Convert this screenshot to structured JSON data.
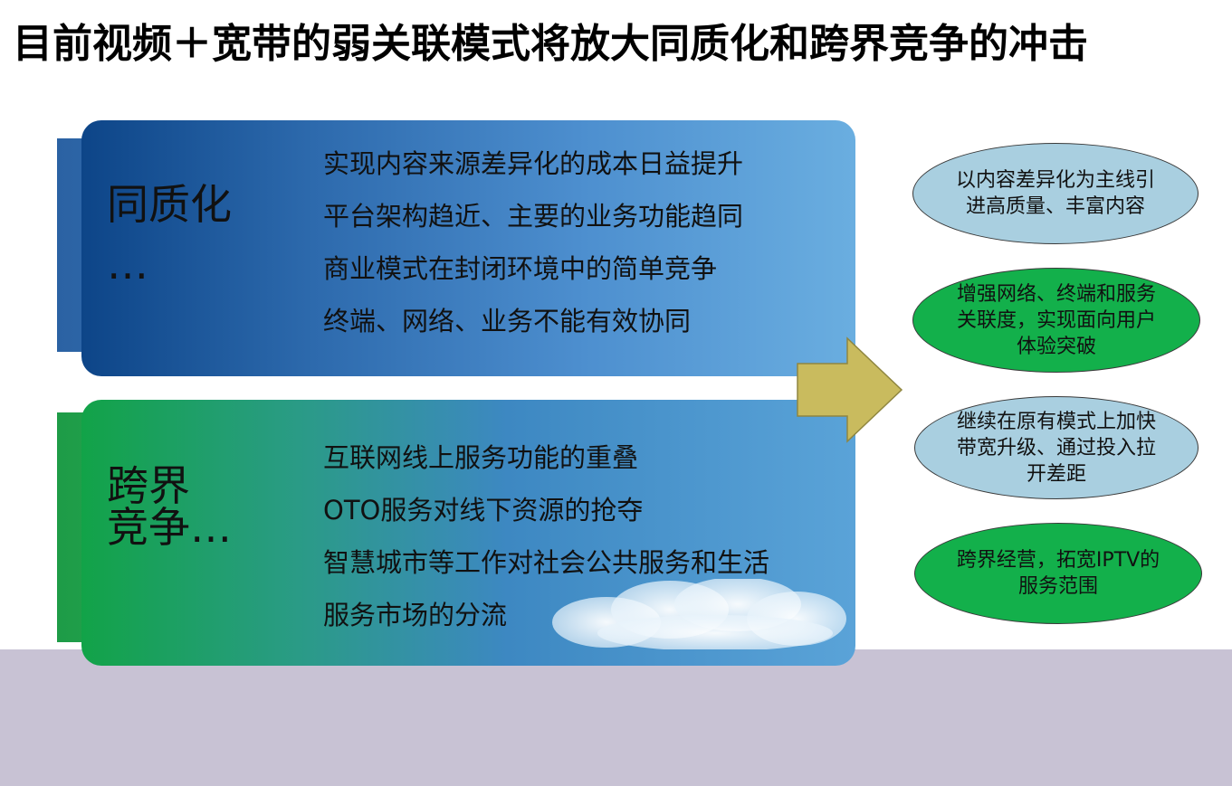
{
  "slide": {
    "title": "目前视频＋宽带的弱关联模式将放大同质化和跨界竞争的冲击"
  },
  "left_panels": {
    "homogenization": {
      "heading_line1": "同质化",
      "heading_line2": "…",
      "bullets": [
        "实现内容来源差异化的成本日益提升",
        "平台架构趋近、主要的业务功能趋同",
        "商业模式在封闭环境中的简单竞争",
        "终端、网络、业务不能有效协同"
      ]
    },
    "crossover": {
      "heading_line1": "跨界",
      "heading_line2": "竞争…",
      "bullets": [
        "互联网线上服务功能的重叠",
        "OTO服务对线下资源的抢夺",
        "智慧城市等工作对社会公共服务和生活",
        "服务市场的分流"
      ]
    }
  },
  "strategies": [
    {
      "text": "以内容差异化为主线引进高质量、丰富内容",
      "color": "#a9cfe0"
    },
    {
      "text": "增强网络、终端和服务关联度，实现面向用户体验突破",
      "color": "#13b04b"
    },
    {
      "text": "继续在原有模式上加快带宽升级、通过投入拉开差距",
      "color": "#a9cfe0"
    },
    {
      "text": "跨界经营，拓宽IPTV的服务范围",
      "color": "#13b04b"
    }
  ],
  "colors": {
    "arrow_fill": "#c9bb5e",
    "bottom_band": "#c8c2d4"
  }
}
